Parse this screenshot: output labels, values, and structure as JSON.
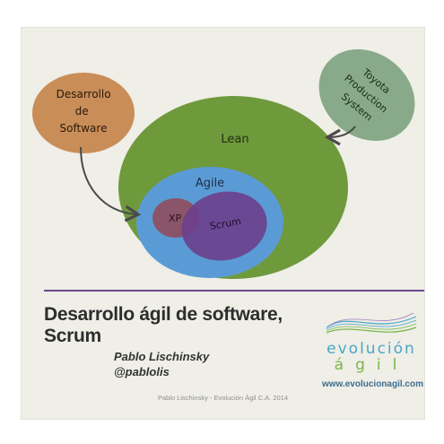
{
  "diagram": {
    "lean_label": "Lean",
    "agile_label": "Agile",
    "xp_label": "XP",
    "scrum_label": "Scrum",
    "desarrollo_lines": [
      "Desarrollo",
      "de",
      "Software"
    ],
    "toyota_lines": [
      "Toyota",
      "Production",
      "System"
    ]
  },
  "colors": {
    "slide_bg": "#efeee7",
    "lean_green": "#6e9a3c",
    "agile_blue": "#5b9bd5",
    "xp_maroon": "#8e4f5f",
    "scrum_purple": "#6d3f8c",
    "desarrollo_tan": "#c98d57",
    "toyota_sage": "#88aa8a",
    "divider_purple": "#6b4a8e"
  },
  "title": {
    "line1": "Desarrollo ágil de software,",
    "line2": "Scrum"
  },
  "author": {
    "name": "Pablo Lischinsky",
    "handle": "@pablolis"
  },
  "logo": {
    "brand_line1": "evolución",
    "brand_line2": "ágil",
    "url": "www.evolucionagil.com"
  },
  "footer": "Pablo Lischinsky - Evolución Ágil C.A. 2014"
}
